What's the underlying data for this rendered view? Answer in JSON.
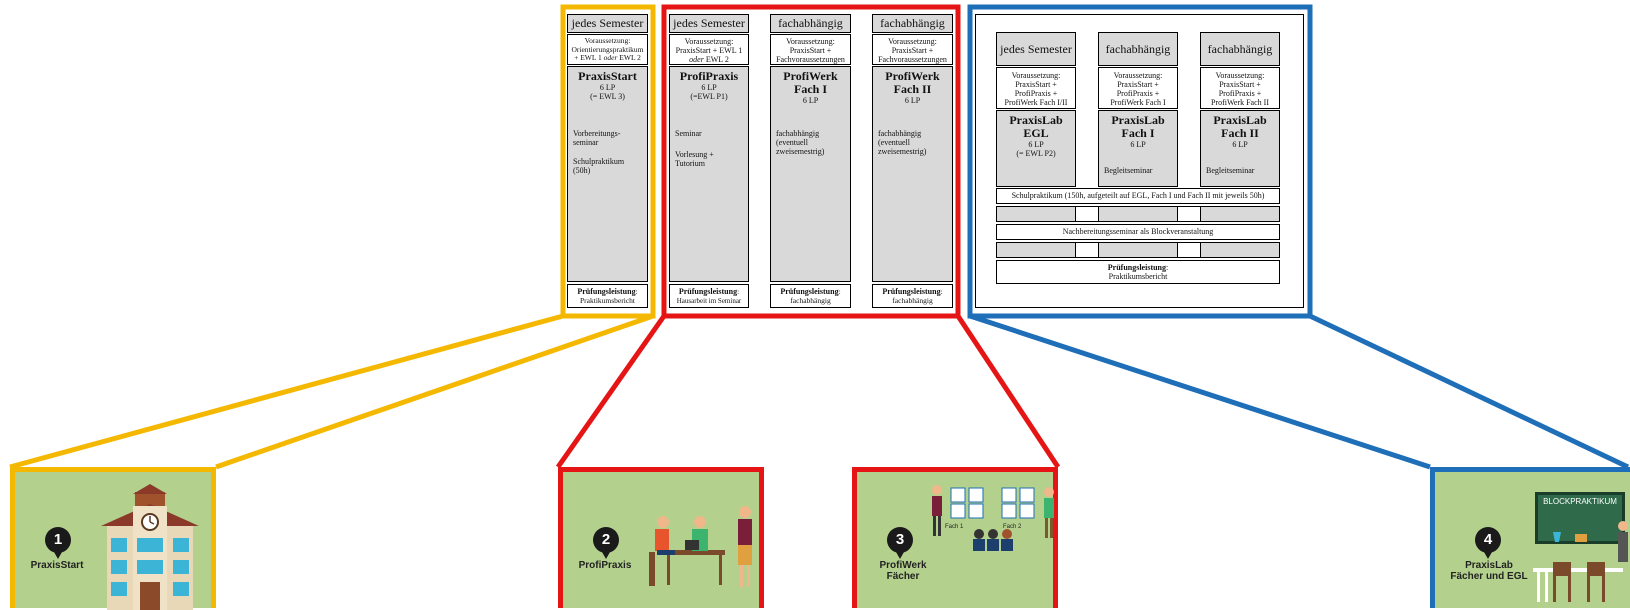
{
  "praxisstart": {
    "header": "jedes Semester",
    "req_lines": [
      "Voraussetzung:",
      "Orientierungspraktikum",
      "+ EWL 1 ",
      "oder",
      " EWL 2"
    ],
    "name": "PraxisStart",
    "lp": "6 LP",
    "lp_note": "(= EWL 3)",
    "desc1": "Vorbereitungs-\nseminar",
    "desc2": "Schulpraktikum\n(50h)",
    "pruef_label": "Prüfungsleistung",
    "pruef_value": "Praktikumsbericht"
  },
  "profipraxis": {
    "header": "jedes Semester",
    "req_line1": "Voraussetzung:",
    "req_line2": "PraxisStart + EWL 1",
    "req_oder": "oder",
    "req_line3": " EWL 2",
    "name": "ProfiPraxis",
    "lp": "6 LP",
    "lp_note": "(=EWL P1)",
    "desc1": "Seminar",
    "desc2": "Vorlesung +\nTutorium",
    "pruef_label": "Prüfungsleistung",
    "pruef_value": "Hausarbeit im Seminar"
  },
  "profiwerk1": {
    "header": "fachabhängig",
    "req": "Voraussetzung:\nPraxisStart +\nFachvoraussetzungen",
    "name": "ProfiWerk\nFach I",
    "lp": "6 LP",
    "desc1": "fachabhängig\n(eventuell\nzweisemestrig)",
    "pruef_label": "Prüfungsleistung",
    "pruef_value": "fachabhängig"
  },
  "profiwerk2": {
    "header": "fachabhängig",
    "req": "Voraussetzung:\nPraxisStart +\nFachvoraussetzungen",
    "name": "ProfiWerk\nFach II",
    "lp": "6 LP",
    "desc1": "fachabhängig\n(eventuell\nzweisemestrig)",
    "pruef_label": "Prüfungsleistung",
    "pruef_value": "fachabhängig"
  },
  "praxislab_egl": {
    "header": "jedes Semester",
    "req": "Voraussetzung:\nPraxisStart +\nProfiPraxis +\nProfiWerk Fach I/II",
    "name": "PraxisLab\nEGL",
    "lp": "6 LP",
    "lp_note": "(= EWL P2)"
  },
  "praxislab1": {
    "header": "fachabhängig",
    "req": "Voraussetzung:\nPraxisStart +\nProfiPraxis +\nProfiWerk Fach I",
    "name": "PraxisLab\nFach I",
    "lp": "6 LP",
    "desc1": "Begleitseminar"
  },
  "praxislab2": {
    "header": "fachabhängig",
    "req": "Voraussetzung:\nPraxisStart +\nProfiPraxis +\nProfiWerk Fach II",
    "name": "PraxisLab\nFach II",
    "lp": "6 LP",
    "desc1": "Begleitseminar"
  },
  "praxislab_common": {
    "schulpraktikum": "Schulpraktikum (150h, aufgeteilt auf EGL, Fach I und Fach II mit jeweils 50h)",
    "nachbereitung": "Nachbereitungsseminar als Blockveranstaltung",
    "pruef_label": "Prüfungsleistung",
    "pruef_value": "Praktikumsbericht"
  },
  "panels": {
    "p1": {
      "number": "1",
      "label": "PraxisStart"
    },
    "p2": {
      "number": "2",
      "label": "ProfiPraxis"
    },
    "p3": {
      "number": "3",
      "label_line1": "ProfiWerk",
      "label_line2": "Fächer",
      "fach1": "Fach 1",
      "fach2": "Fach 2"
    },
    "p4": {
      "number": "4",
      "label_line1": "PraxisLab",
      "label_line2": "Fächer und EGL",
      "board": "BLOCKPRAKTIKUM"
    }
  },
  "colors": {
    "yellow": "#f5b800",
    "red": "#e51515",
    "blue": "#1e6eb8",
    "panel_green": "#b3d18c",
    "cell_gray": "#d9d9d9"
  }
}
